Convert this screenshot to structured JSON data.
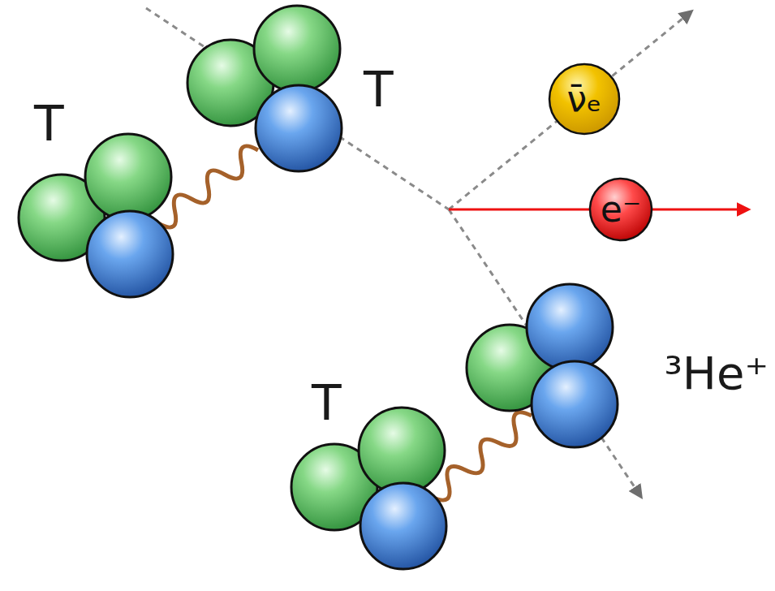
{
  "diagram": {
    "nodes": [
      {
        "text": [
          "ν̄ₑ"
        ]
      },
      {
        "text": [
          "e⁻"
        ]
      }
    ],
    "labels": [
      "T",
      "T",
      "³He⁺",
      "T"
    ]
  }
}
